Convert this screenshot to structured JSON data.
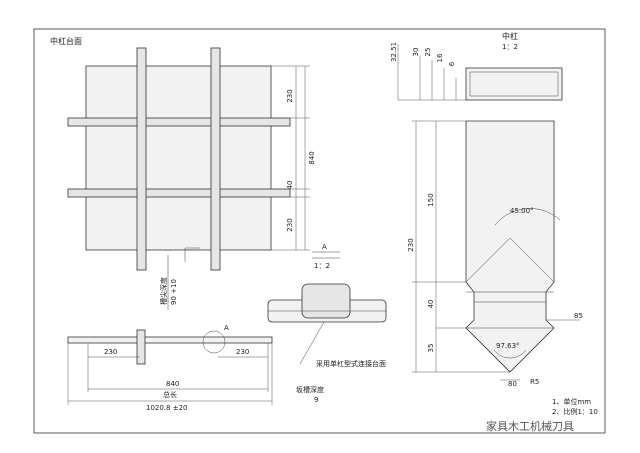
{
  "views": {
    "top": {
      "title": "中杠台面"
    },
    "section": {
      "title": "中杠",
      "scale": "1：2"
    },
    "detailA": {
      "letter": "A",
      "scale": "1：2"
    }
  },
  "dimensions": {
    "top": {
      "d230a": "230",
      "d840": "840",
      "d40": "40",
      "d230b": "230"
    },
    "section": {
      "d32_51": "32.51",
      "d30": "30",
      "d25": "25",
      "d16": "16",
      "d6": "6"
    },
    "side": {
      "d150": "150",
      "d230": "230",
      "d40": "40",
      "d35": "35",
      "d85": "85",
      "d80": "80",
      "R5": "R5",
      "angle1": "45.00°",
      "angle2": "97.63°"
    },
    "front": {
      "d230l": "230",
      "d230r": "230",
      "d840": "840",
      "total_label": "总长",
      "total": "1020.8 ±20",
      "depth_label": "坂槽深度",
      "depth": "9",
      "markA": "A"
    }
  },
  "labels": {
    "slot_depth_v": "槽尖深度",
    "slot_depth_vals": "90 +10",
    "jointop": "采用单杠型式连接台面",
    "notes": [
      "1、单位mm",
      "2、比例1：10"
    ]
  },
  "watermark": "家具木工机械刀具"
}
